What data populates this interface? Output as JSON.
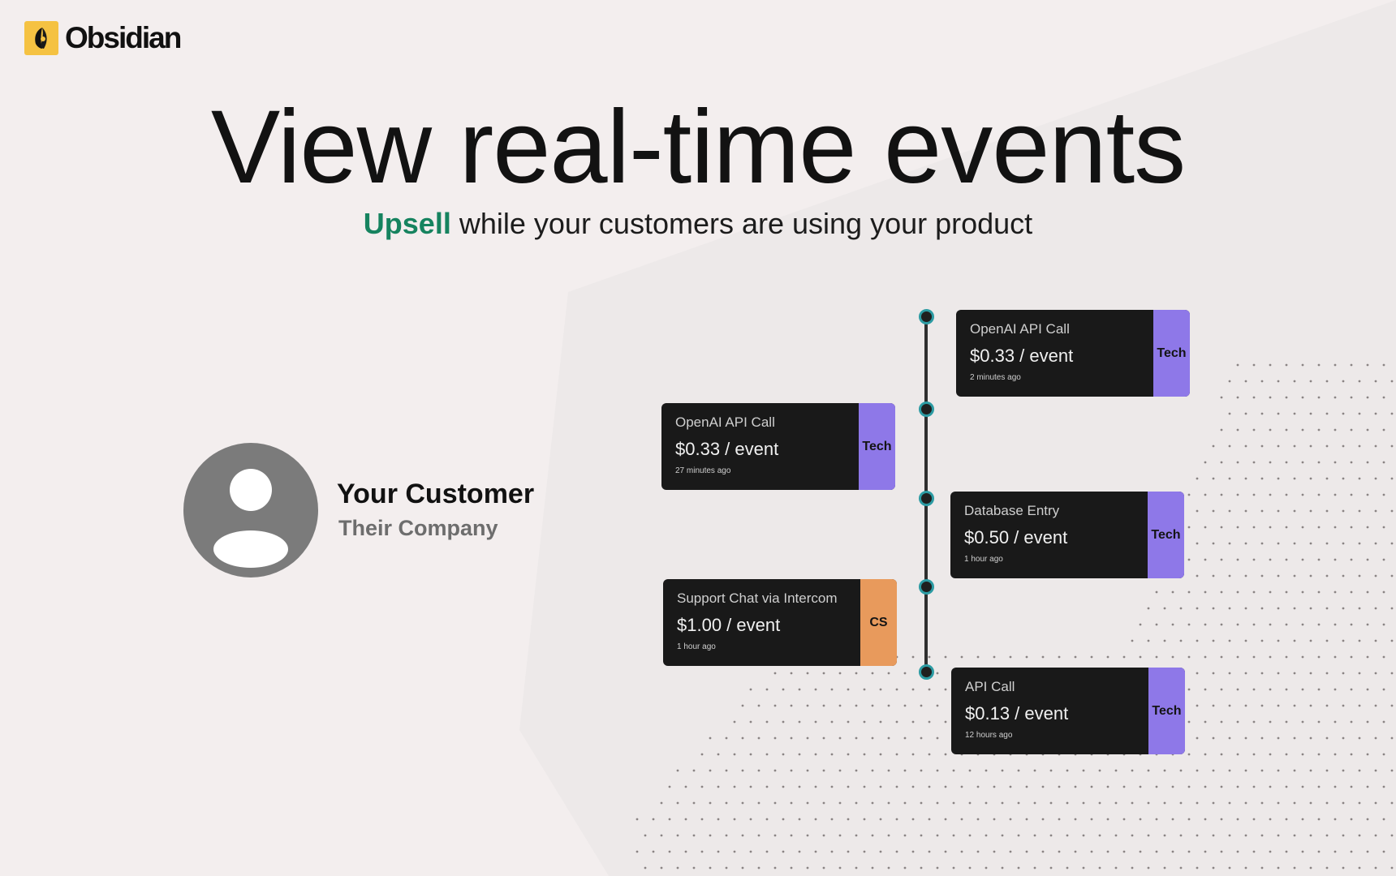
{
  "brand": {
    "name": "Obsidian",
    "color": "#f5c242"
  },
  "hero": {
    "headline": "View real-time events",
    "subline_accent": "Upsell",
    "subline_rest": "while your customers are using your product"
  },
  "customer": {
    "name": "Your Customer",
    "company": "Their Company"
  },
  "events": [
    {
      "title": "OpenAI API Call",
      "price": "$0.33 / event",
      "time": "2 minutes ago",
      "tag": "Tech"
    },
    {
      "title": "OpenAI API Call",
      "price": "$0.33 / event",
      "time": "27 minutes ago",
      "tag": "Tech"
    },
    {
      "title": "Database Entry",
      "price": "$0.50 / event",
      "time": "1 hour ago",
      "tag": "Tech"
    },
    {
      "title": "Support Chat via Intercom",
      "price": "$1.00 / event",
      "time": "1 hour ago",
      "tag": "CS"
    },
    {
      "title": "API Call",
      "price": "$0.13 / event",
      "time": "12 hours ago",
      "tag": "Tech"
    }
  ],
  "colors": {
    "accent": "#16835f",
    "tech_tag": "#8e78e8",
    "cs_tag": "#e89a5c",
    "timeline_dot_ring": "#2c9ba3",
    "card_bg": "#191919"
  }
}
